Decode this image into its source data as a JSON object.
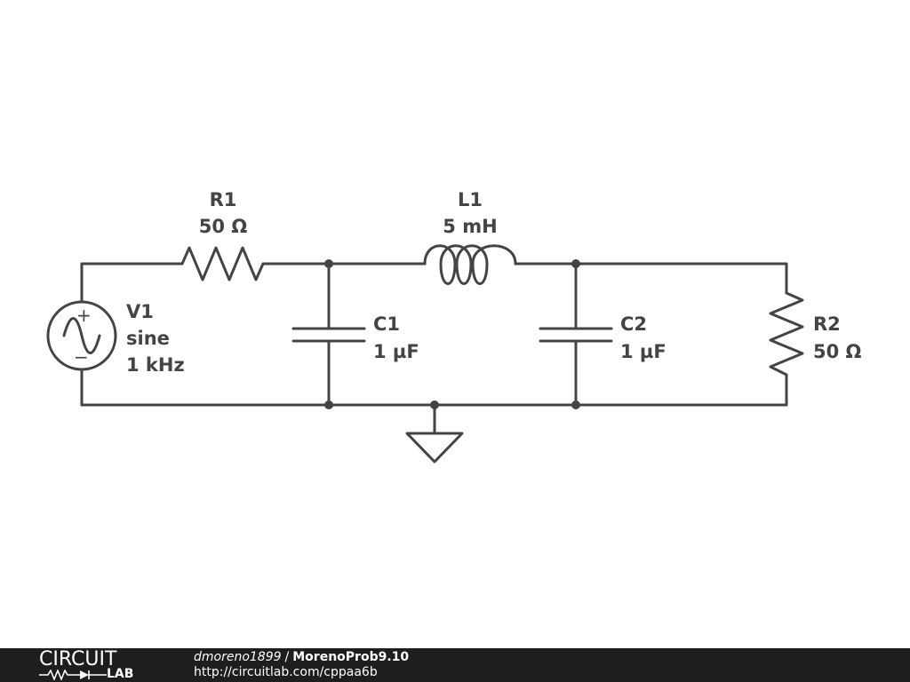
{
  "schematic": {
    "components": {
      "V1": {
        "name": "V1",
        "type": "sine",
        "value": "1 kHz"
      },
      "R1": {
        "name": "R1",
        "value": "50 Ω"
      },
      "L1": {
        "name": "L1",
        "value": "5 mH"
      },
      "C1": {
        "name": "C1",
        "value": "1 µF"
      },
      "C2": {
        "name": "C2",
        "value": "1 µF"
      },
      "R2": {
        "name": "R2",
        "value": "50 Ω"
      }
    },
    "source_signs": {
      "plus": "+",
      "minus": "−"
    },
    "colors": {
      "wire": "#444444",
      "text": "#444444",
      "background": "#ffffff"
    }
  },
  "footer": {
    "logo_top": "CIRCUIT",
    "logo_bottom": "LAB",
    "username": "dmoreno1899",
    "separator": "/",
    "project": "MorenoProb9.10",
    "url": "http://circuitlab.com/cppaa6b",
    "colors": {
      "background": "#1e1e1e",
      "text": "#ffffff"
    }
  }
}
